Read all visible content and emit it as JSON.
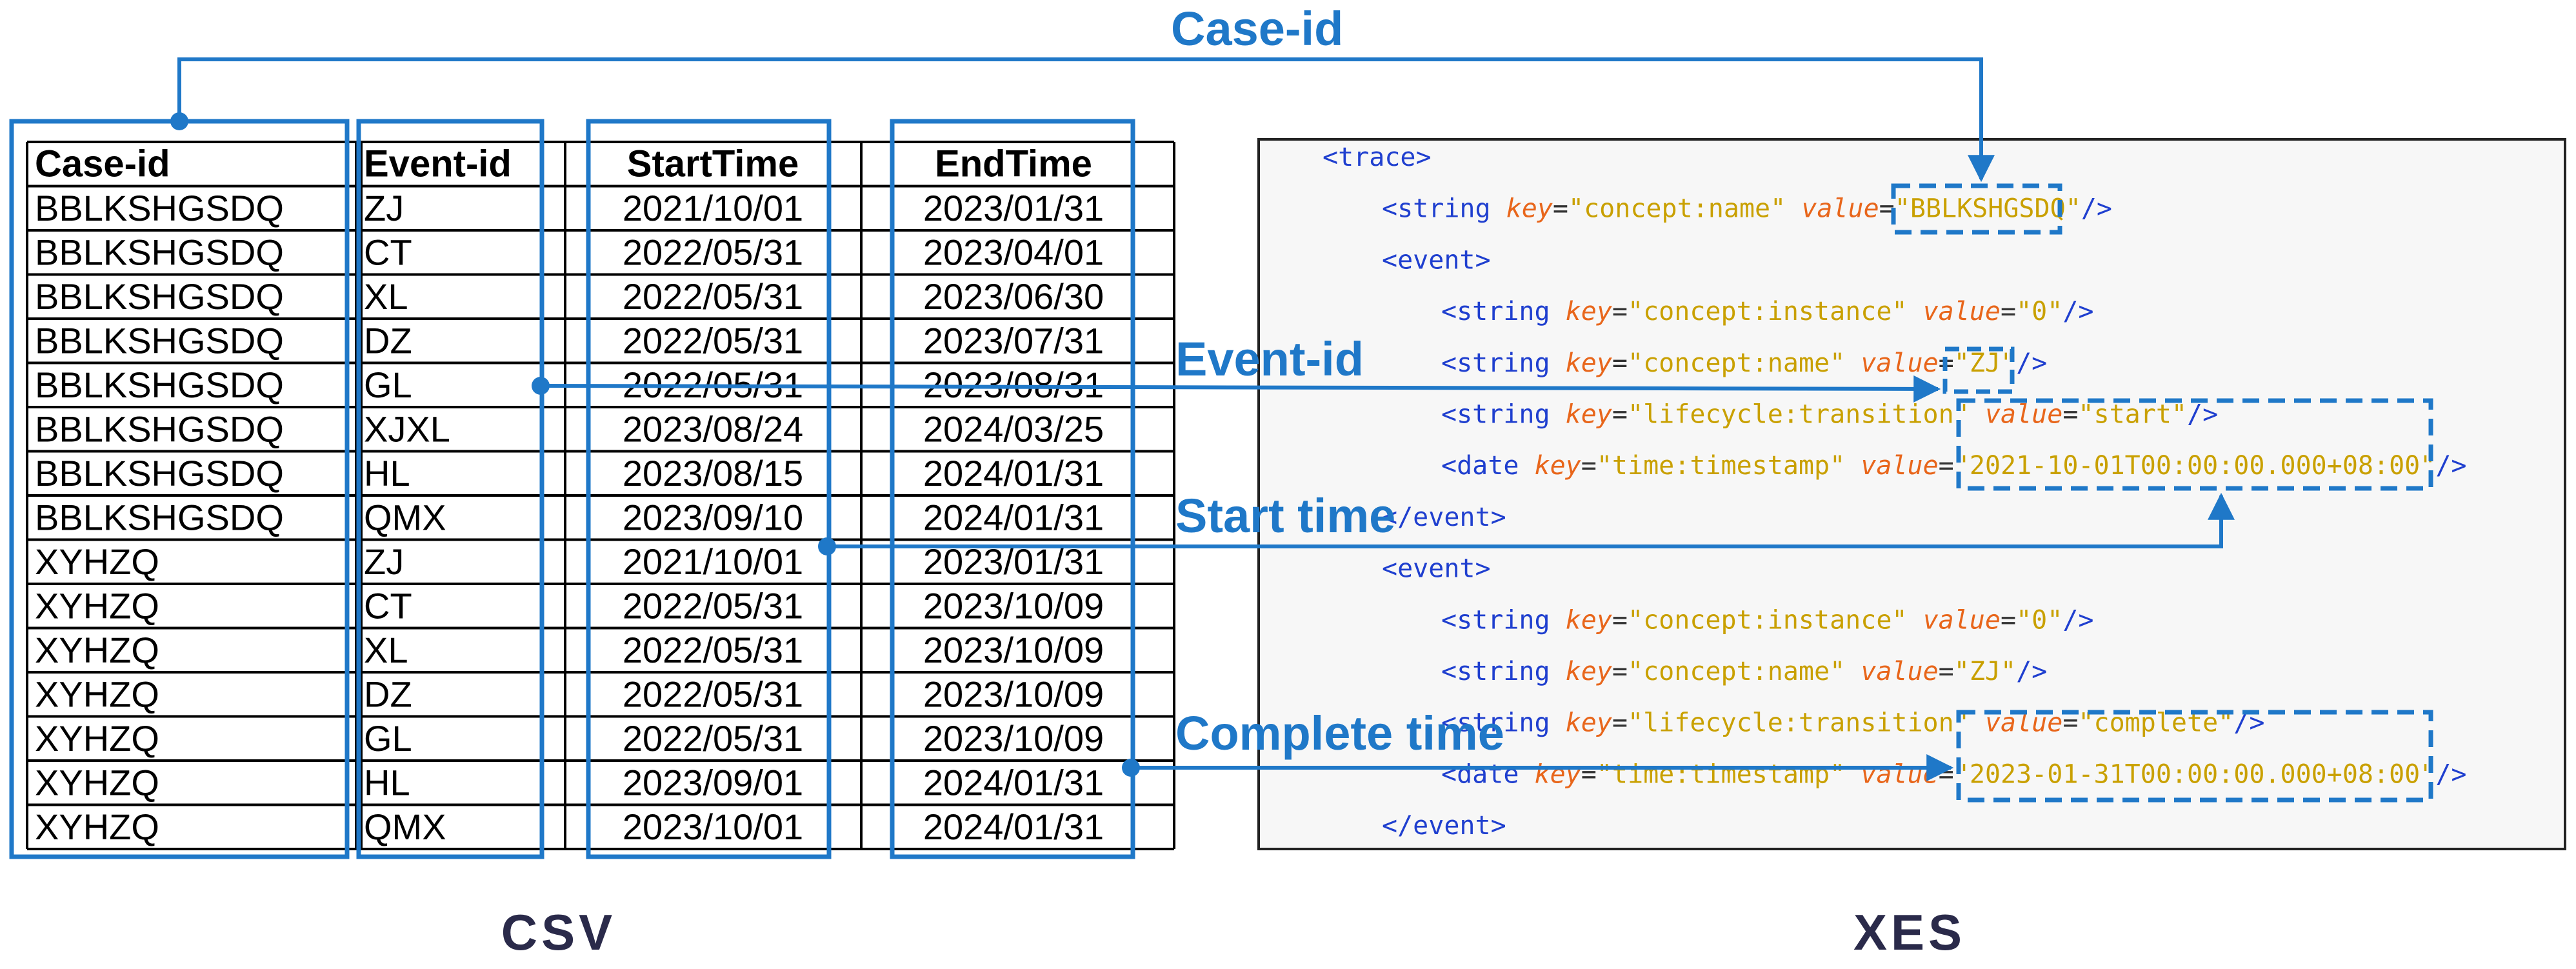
{
  "colors": {
    "accent": "#1f78c8",
    "tag": "#1f3fcf",
    "key": "#e8661b",
    "string": "#c9a000",
    "caption": "#2a2a4a",
    "xes_bg": "#f7f7f7"
  },
  "csv": {
    "caption": "CSV",
    "headers": [
      "Case-id",
      "Event-id",
      "StartTime",
      "EndTime"
    ],
    "rows": [
      [
        "BBLKSHGSDQ",
        "ZJ",
        "2021/10/01",
        "2023/01/31"
      ],
      [
        "BBLKSHGSDQ",
        "CT",
        "2022/05/31",
        "2023/04/01"
      ],
      [
        "BBLKSHGSDQ",
        "XL",
        "2022/05/31",
        "2023/06/30"
      ],
      [
        "BBLKSHGSDQ",
        "DZ",
        "2022/05/31",
        "2023/07/31"
      ],
      [
        "BBLKSHGSDQ",
        "GL",
        "2022/05/31",
        "2023/08/31"
      ],
      [
        "BBLKSHGSDQ",
        "XJXL",
        "2023/08/24",
        "2024/03/25"
      ],
      [
        "BBLKSHGSDQ",
        "HL",
        "2023/08/15",
        "2024/01/31"
      ],
      [
        "BBLKSHGSDQ",
        "QMX",
        "2023/09/10",
        "2024/01/31"
      ],
      [
        "XYHZQ",
        "ZJ",
        "2021/10/01",
        "2023/01/31"
      ],
      [
        "XYHZQ",
        "CT",
        "2022/05/31",
        "2023/10/09"
      ],
      [
        "XYHZQ",
        "XL",
        "2022/05/31",
        "2023/10/09"
      ],
      [
        "XYHZQ",
        "DZ",
        "2022/05/31",
        "2023/10/09"
      ],
      [
        "XYHZQ",
        "GL",
        "2022/05/31",
        "2023/10/09"
      ],
      [
        "XYHZQ",
        "HL",
        "2023/09/01",
        "2024/01/31"
      ],
      [
        "XYHZQ",
        "QMX",
        "2023/10/01",
        "2024/01/31"
      ]
    ]
  },
  "xes": {
    "caption": "XES",
    "lines": [
      [
        [
          "tag",
          "<trace>"
        ]
      ],
      [
        [
          "tag",
          "<string "
        ],
        [
          "key",
          "key"
        ],
        [
          "eq",
          "="
        ],
        [
          "str",
          "\"concept:name\" "
        ],
        [
          "key",
          "value"
        ],
        [
          "eq",
          "="
        ],
        [
          "str",
          "\"BBLKSHGSDQ\""
        ],
        [
          "tag",
          "/>"
        ]
      ],
      [
        [
          "tag",
          "<event>"
        ]
      ],
      [
        [
          "tag",
          "<string "
        ],
        [
          "key",
          "key"
        ],
        [
          "eq",
          "="
        ],
        [
          "str",
          "\"concept:instance\" "
        ],
        [
          "key",
          "value"
        ],
        [
          "eq",
          "="
        ],
        [
          "str",
          "\"0\""
        ],
        [
          "tag",
          "/>"
        ]
      ],
      [
        [
          "tag",
          "<string "
        ],
        [
          "key",
          "key"
        ],
        [
          "eq",
          "="
        ],
        [
          "str",
          "\"concept:name\" "
        ],
        [
          "key",
          "value"
        ],
        [
          "eq",
          "="
        ],
        [
          "str",
          "\"ZJ\""
        ],
        [
          "tag",
          "/>"
        ]
      ],
      [
        [
          "tag",
          "<string "
        ],
        [
          "key",
          "key"
        ],
        [
          "eq",
          "="
        ],
        [
          "str",
          "\"lifecycle:transition\" "
        ],
        [
          "key",
          "value"
        ],
        [
          "eq",
          "="
        ],
        [
          "str",
          "\"start\""
        ],
        [
          "tag",
          "/>"
        ]
      ],
      [
        [
          "tag",
          "<date "
        ],
        [
          "key",
          "key"
        ],
        [
          "eq",
          "="
        ],
        [
          "str",
          "\"time:timestamp\" "
        ],
        [
          "key",
          "value"
        ],
        [
          "eq",
          "="
        ],
        [
          "str",
          "\"2021-10-01T00:00:00.000+08:00\""
        ],
        [
          "tag",
          "/>"
        ]
      ],
      [
        [
          "tag",
          "</event>"
        ]
      ],
      [
        [
          "tag",
          "<event>"
        ]
      ],
      [
        [
          "tag",
          "<string "
        ],
        [
          "key",
          "key"
        ],
        [
          "eq",
          "="
        ],
        [
          "str",
          "\"concept:instance\" "
        ],
        [
          "key",
          "value"
        ],
        [
          "eq",
          "="
        ],
        [
          "str",
          "\"0\""
        ],
        [
          "tag",
          "/>"
        ]
      ],
      [
        [
          "tag",
          "<string "
        ],
        [
          "key",
          "key"
        ],
        [
          "eq",
          "="
        ],
        [
          "str",
          "\"concept:name\" "
        ],
        [
          "key",
          "value"
        ],
        [
          "eq",
          "="
        ],
        [
          "str",
          "\"ZJ\""
        ],
        [
          "tag",
          "/>"
        ]
      ],
      [
        [
          "tag",
          "<string "
        ],
        [
          "key",
          "key"
        ],
        [
          "eq",
          "="
        ],
        [
          "str",
          "\"lifecycle:transition\" "
        ],
        [
          "key",
          "value"
        ],
        [
          "eq",
          "="
        ],
        [
          "str",
          "\"complete\""
        ],
        [
          "tag",
          "/>"
        ]
      ],
      [
        [
          "tag",
          "<date "
        ],
        [
          "key",
          "key"
        ],
        [
          "eq",
          "="
        ],
        [
          "str",
          "\"time:timestamp\" "
        ],
        [
          "key",
          "value"
        ],
        [
          "eq",
          "="
        ],
        [
          "str",
          "\"2023-01-31T00:00:00.000+08:00\""
        ],
        [
          "tag",
          "/>"
        ]
      ],
      [
        [
          "tag",
          "</event>"
        ]
      ]
    ]
  },
  "mappings": {
    "case_id": "Case-id",
    "event_id": "Event-id",
    "start_time": "Start time",
    "complete_time": "Complete time"
  }
}
